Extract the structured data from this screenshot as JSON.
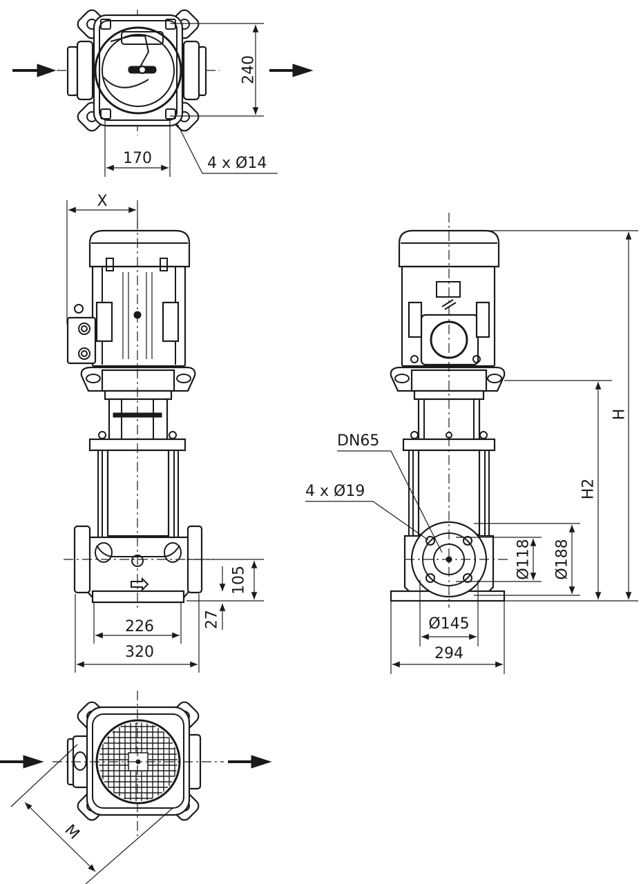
{
  "labels": {
    "top_width": "240",
    "top_length": "170",
    "top_holes": "4 x Ø14",
    "x_label": "X",
    "dim_105": "105",
    "dim_27": "27",
    "dim_226": "226",
    "dim_320": "320",
    "dn": "DN65",
    "flange_holes": "4 x Ø19",
    "d118": "Ø118",
    "d188": "Ø188",
    "d145": "Ø145",
    "dim_294": "294",
    "h2": "H2",
    "h": "H",
    "m_label": "M"
  }
}
